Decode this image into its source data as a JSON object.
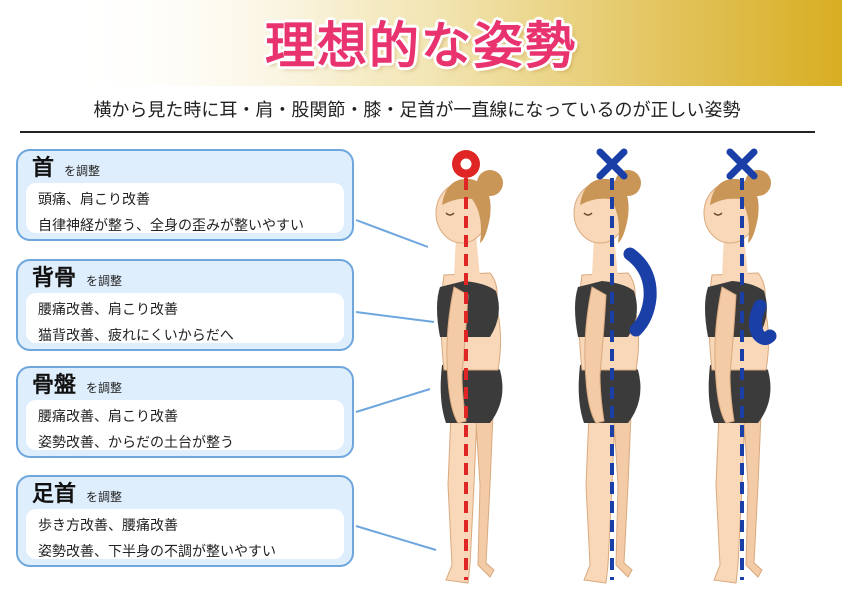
{
  "header": {
    "title": "理想的な姿勢"
  },
  "subtitle": "横から見た時に耳・肩・股関節・膝・足首が一直線になっているのが正しい姿勢",
  "cards": [
    {
      "title": "首",
      "suffix": "を調整",
      "lines": [
        "頭痛、肩こり改善",
        "自律神経が整う、全身の歪みが整いやすい"
      ]
    },
    {
      "title": "背骨",
      "suffix": "を調整",
      "lines": [
        "腰痛改善、肩こり改善",
        "猫背改善、疲れにくいからだへ"
      ]
    },
    {
      "title": "骨盤",
      "suffix": "を調整",
      "lines": [
        "腰痛改善、肩こり改善",
        "姿勢改善、からだの土台が整う"
      ]
    },
    {
      "title": "足首",
      "suffix": "を調整",
      "lines": [
        "歩き方改善、腰痛改善",
        "姿勢改善、下半身の不調が整いやすい"
      ]
    }
  ],
  "figures": [
    {
      "mark": "correct-circle",
      "line_color": "#e02525",
      "posture": "ideal"
    },
    {
      "mark": "wrong-cross",
      "line_color": "#1a3fa6",
      "posture": "round-back"
    },
    {
      "mark": "wrong-cross",
      "line_color": "#1a3fa6",
      "posture": "sway-back"
    }
  ],
  "colors": {
    "title": "#e8336f",
    "card_bg": "#dfeefc",
    "card_border": "#6ea6de",
    "good_mark": "#e02525",
    "bad_mark": "#1a3fa6",
    "skin": "#f8d8b8",
    "hair": "#c99658",
    "clothes": "#3b3b3b"
  }
}
